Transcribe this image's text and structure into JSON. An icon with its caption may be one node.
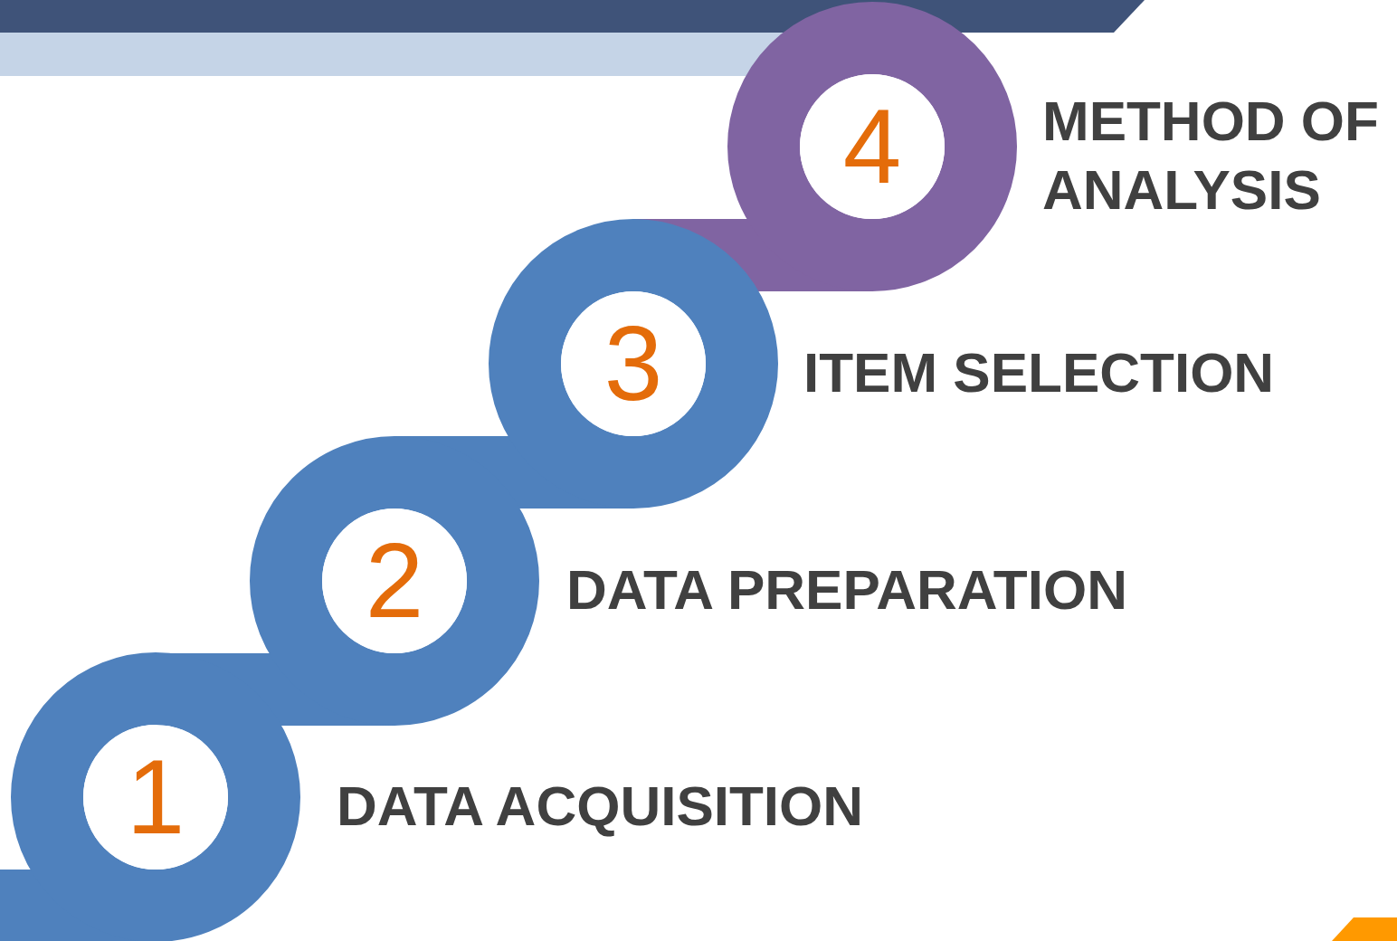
{
  "diagram": {
    "nodes": [
      {
        "text": [
          "1"
        ],
        "beside": [
          "DATA ACQUISITION"
        ]
      },
      {
        "text": [
          "2"
        ],
        "beside": [
          "DATA PREPARATION"
        ]
      },
      {
        "text": [
          "3"
        ],
        "beside": [
          "ITEM SELECTION"
        ]
      },
      {
        "text": [
          "4"
        ],
        "beside": [
          "METHOD OF ANALYSIS"
        ]
      }
    ]
  }
}
